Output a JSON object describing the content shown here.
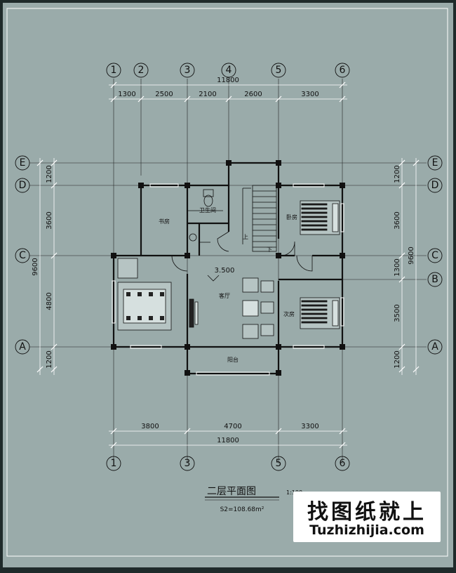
{
  "title": "二层平面图",
  "scale": "1:100",
  "area": "S2=108.68m²",
  "elevation": "3.500",
  "axes": {
    "top": [
      "1",
      "2",
      "3",
      "4",
      "5",
      "6"
    ],
    "bottom": [
      "1",
      "3",
      "5",
      "6"
    ],
    "left": [
      "E",
      "D",
      "C",
      "A"
    ],
    "right": [
      "E",
      "D",
      "C",
      "B",
      "A"
    ]
  },
  "dimensions": {
    "top_total": "11800",
    "top_segments": [
      "1300",
      "2500",
      "2100",
      "2600",
      "3300"
    ],
    "bottom_segments": [
      "3800",
      "4700",
      "3300"
    ],
    "bottom_total": "11800",
    "left_segments": [
      "1200",
      "3600",
      "4800",
      "1200"
    ],
    "left_total": "9600",
    "right_segments": [
      "1200",
      "3600",
      "1300",
      "3500",
      "1200"
    ],
    "right_total": "9600"
  },
  "rooms": {
    "study": "书房",
    "bathroom": "卫生间",
    "bedroom_top": "卧房",
    "living": "客厅",
    "bedroom_bottom": "次房",
    "balcony": "阳台",
    "stair_up": "上",
    "stair_down": "下"
  },
  "watermark": {
    "line1": "找图纸就上",
    "line2": "Tuzhizhijia.com"
  },
  "colors": {
    "background": "#9aabaa",
    "frame": "#1f2a2a",
    "ink": "#ffffff",
    "line": "#111111"
  }
}
